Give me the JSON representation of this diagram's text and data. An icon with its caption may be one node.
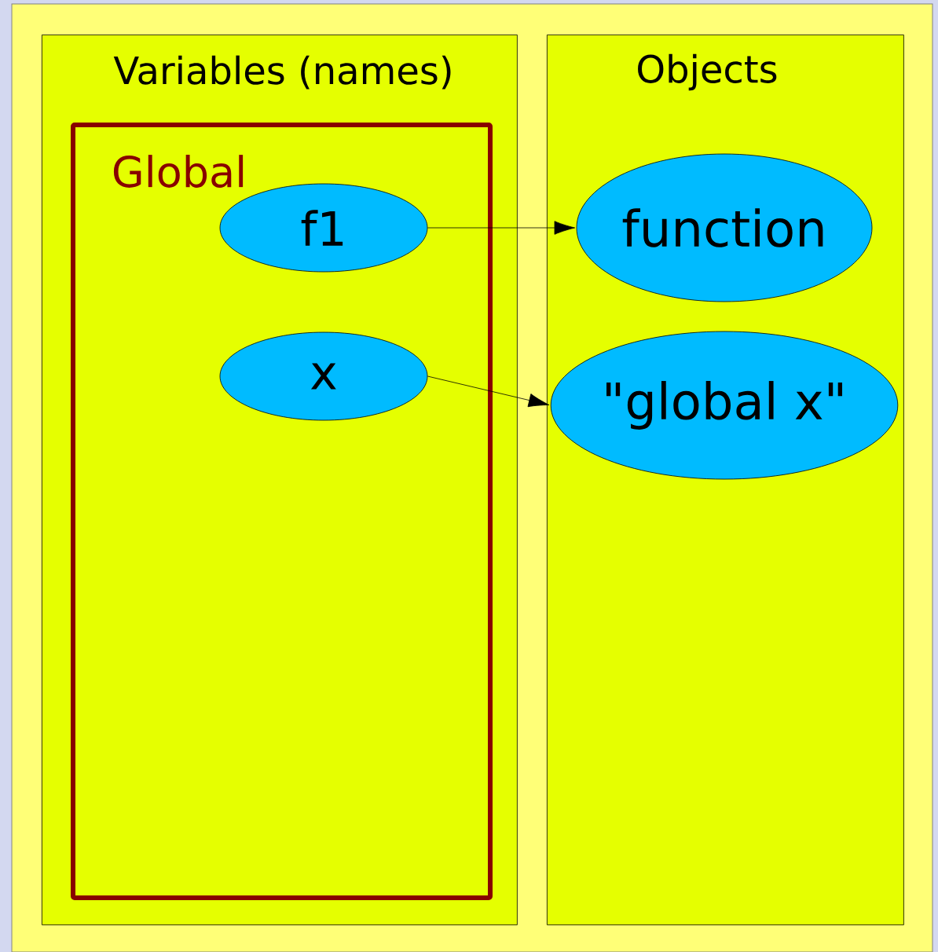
{
  "diagram": {
    "nodes": [
      {
        "text": [
          "Variables (names)"
        ]
      },
      {
        "text": [
          "Objects"
        ]
      },
      {
        "text": [
          "Global"
        ],
        "in": 0
      },
      {
        "text": [
          "f1"
        ],
        "in": 2
      },
      {
        "text": [
          "x"
        ],
        "in": 2
      },
      {
        "text": [
          "function"
        ],
        "in": 1
      },
      {
        "text": [
          "\"global x\""
        ],
        "in": 1
      }
    ],
    "edges": [
      {
        "from": 3,
        "to": 5,
        "arrow": "to"
      },
      {
        "from": 4,
        "to": 6,
        "arrow": "to"
      }
    ]
  }
}
